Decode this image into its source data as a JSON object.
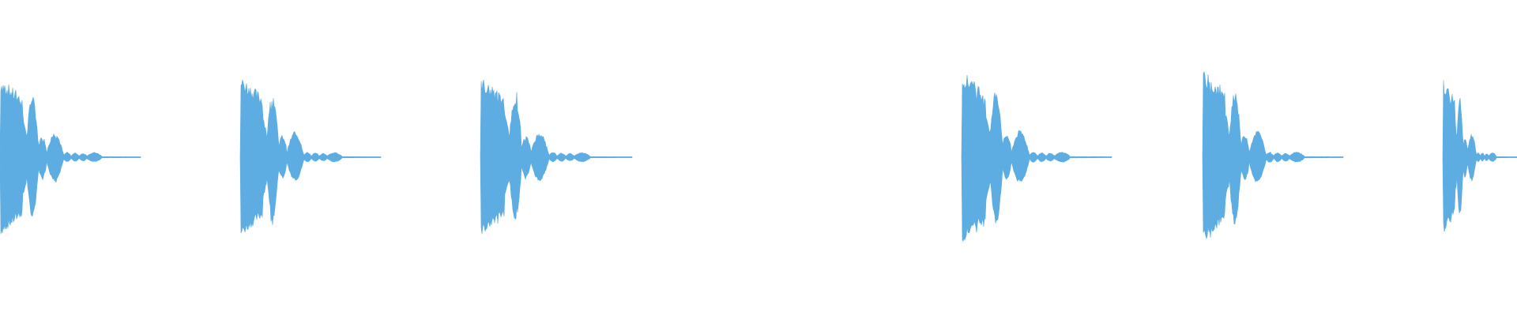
{
  "waveform": {
    "color": "#5DADE2",
    "background": "#ffffff",
    "clip_count": 6,
    "clips": [
      {
        "id": "clip-1",
        "peak_level": 0.92
      },
      {
        "id": "clip-2",
        "peak_level": 0.94
      },
      {
        "id": "clip-3",
        "peak_level": 0.92
      },
      {
        "id": "clip-4",
        "peak_level": 1.0
      },
      {
        "id": "clip-5",
        "peak_level": 1.0
      },
      {
        "id": "clip-6",
        "peak_level": 0.9
      }
    ]
  }
}
